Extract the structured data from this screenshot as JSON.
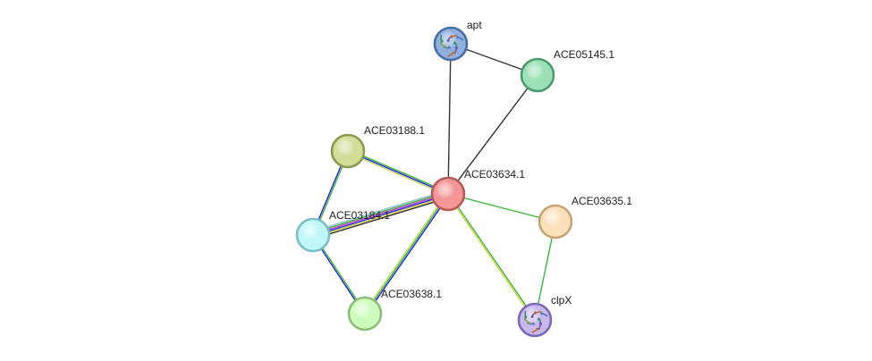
{
  "network": {
    "nodes": [
      {
        "id": "apt",
        "label": "apt",
        "color": "#8fb0dc",
        "border": "#4a6fa8",
        "structure": true
      },
      {
        "id": "ACE05145.1",
        "label": "ACE05145.1",
        "color": "#9be0b6",
        "border": "#4e9a6c"
      },
      {
        "id": "ACE03188.1",
        "label": "ACE03188.1",
        "color": "#d2dd98",
        "border": "#8c9a4c"
      },
      {
        "id": "ACE03634.1",
        "label": "ACE03634.1",
        "color": "#f49696",
        "border": "#b85a5a"
      },
      {
        "id": "ACE03184.1",
        "label": "ACE03184.1",
        "color": "#bff7fb",
        "border": "#7abfc6"
      },
      {
        "id": "ACE03635.1",
        "label": "ACE03635.1",
        "color": "#fbe1ba",
        "border": "#c4a474"
      },
      {
        "id": "ACE03638.1",
        "label": "ACE03638.1",
        "color": "#cdfdbd",
        "border": "#8bbf78"
      },
      {
        "id": "clpX",
        "label": "clpX",
        "color": "#c8b8ec",
        "border": "#7d68b6",
        "structure": true
      }
    ],
    "edges": [
      {
        "source": "apt",
        "target": "ACE05145.1",
        "colors": [
          "#333333"
        ]
      },
      {
        "source": "apt",
        "target": "ACE03634.1",
        "colors": [
          "#333333"
        ]
      },
      {
        "source": "ACE05145.1",
        "target": "ACE03634.1",
        "colors": [
          "#333333"
        ]
      },
      {
        "source": "ACE03188.1",
        "target": "ACE03634.1",
        "colors": [
          "#3bb83b",
          "#2222dd",
          "#c8d860"
        ]
      },
      {
        "source": "ACE03188.1",
        "target": "ACE03184.1",
        "colors": [
          "#3bb83b",
          "#2222dd"
        ]
      },
      {
        "source": "ACE03184.1",
        "target": "ACE03634.1",
        "colors": [
          "#9ec2e8",
          "#3bb83b",
          "#c040c0",
          "#2222dd",
          "#d4d040",
          "#333333"
        ]
      },
      {
        "source": "ACE03184.1",
        "target": "ACE03638.1",
        "colors": [
          "#3bb83b",
          "#2222dd"
        ]
      },
      {
        "source": "ACE03638.1",
        "target": "ACE03634.1",
        "colors": [
          "#c8d860",
          "#3bb83b",
          "#2222dd"
        ]
      },
      {
        "source": "ACE03634.1",
        "target": "ACE03635.1",
        "colors": [
          "#3bb83b"
        ]
      },
      {
        "source": "ACE03634.1",
        "target": "clpX",
        "colors": [
          "#3bb83b",
          "#d4d040"
        ]
      },
      {
        "source": "ACE03635.1",
        "target": "clpX",
        "colors": [
          "#3bb83b"
        ]
      }
    ]
  }
}
